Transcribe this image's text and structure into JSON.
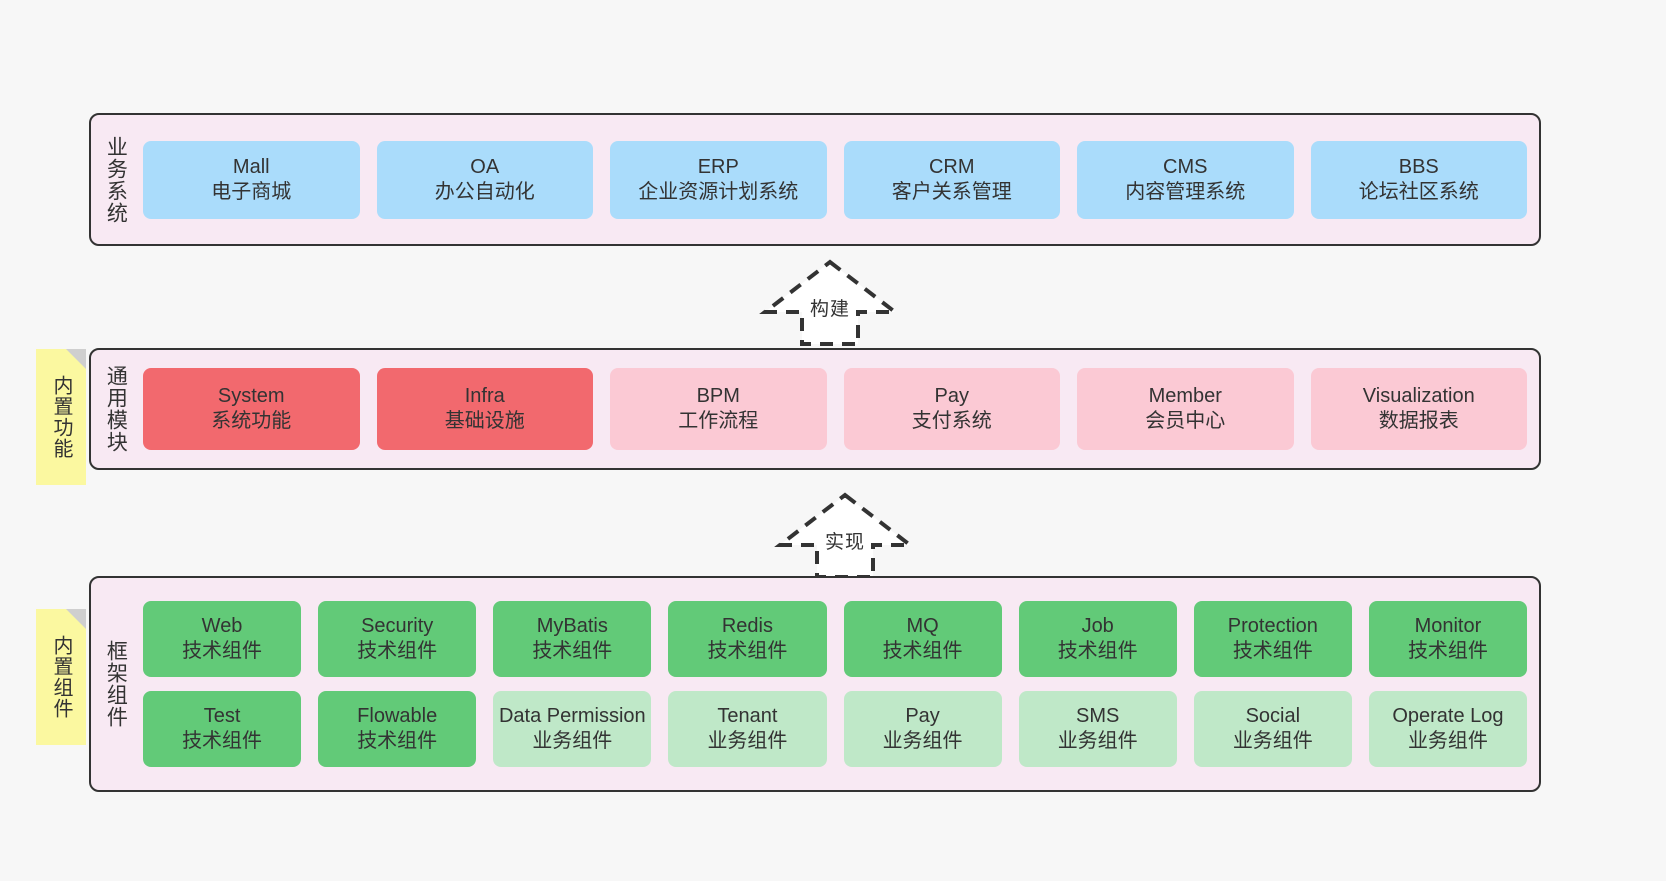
{
  "diagram": {
    "background": "#f7f7f7",
    "panel_fill": "#f8e9f3",
    "panel_border": "#333333",
    "sticky_fill": "#fbf8a0",
    "colors": {
      "business": "#aadcfb",
      "module_core": "#f2696e",
      "module_optional": "#fbc9d4",
      "tech_component": "#62ca78",
      "biz_component": "#bfe8c8"
    }
  },
  "layers": {
    "business": {
      "title": "业务系统",
      "nodes": [
        {
          "name": "Mall",
          "sub": "电子商城"
        },
        {
          "name": "OA",
          "sub": "办公自动化"
        },
        {
          "name": "ERP",
          "sub": "企业资源计划系统"
        },
        {
          "name": "CRM",
          "sub": "客户关系管理"
        },
        {
          "name": "CMS",
          "sub": "内容管理系统"
        },
        {
          "name": "BBS",
          "sub": "论坛社区系统"
        }
      ]
    },
    "modules": {
      "title": "通用模块",
      "sticky": "内置功能",
      "nodes": [
        {
          "name": "System",
          "sub": "系统功能",
          "style": "core"
        },
        {
          "name": "Infra",
          "sub": "基础设施",
          "style": "core"
        },
        {
          "name": "BPM",
          "sub": "工作流程",
          "style": "optional"
        },
        {
          "name": "Pay",
          "sub": "支付系统",
          "style": "optional"
        },
        {
          "name": "Member",
          "sub": "会员中心",
          "style": "optional"
        },
        {
          "name": "Visualization",
          "sub": "数据报表",
          "style": "optional"
        }
      ]
    },
    "framework": {
      "title": "框架组件",
      "sticky": "内置组件",
      "row1": [
        {
          "name": "Web",
          "sub": "技术组件",
          "style": "tech"
        },
        {
          "name": "Security",
          "sub": "技术组件",
          "style": "tech"
        },
        {
          "name": "MyBatis",
          "sub": "技术组件",
          "style": "tech"
        },
        {
          "name": "Redis",
          "sub": "技术组件",
          "style": "tech"
        },
        {
          "name": "MQ",
          "sub": "技术组件",
          "style": "tech"
        },
        {
          "name": "Job",
          "sub": "技术组件",
          "style": "tech"
        },
        {
          "name": "Protection",
          "sub": "技术组件",
          "style": "tech"
        },
        {
          "name": "Monitor",
          "sub": "技术组件",
          "style": "tech"
        }
      ],
      "row2": [
        {
          "name": "Test",
          "sub": "技术组件",
          "style": "tech"
        },
        {
          "name": "Flowable",
          "sub": "技术组件",
          "style": "tech"
        },
        {
          "name": "Data Permission",
          "sub": "业务组件",
          "style": "biz"
        },
        {
          "name": "Tenant",
          "sub": "业务组件",
          "style": "biz"
        },
        {
          "name": "Pay",
          "sub": "业务组件",
          "style": "biz"
        },
        {
          "name": "SMS",
          "sub": "业务组件",
          "style": "biz"
        },
        {
          "name": "Social",
          "sub": "业务组件",
          "style": "biz"
        },
        {
          "name": "Operate Log",
          "sub": "业务组件",
          "style": "biz"
        }
      ]
    }
  },
  "arrows": [
    {
      "label": "构建",
      "from": "通用模块",
      "to": "业务系统"
    },
    {
      "label": "实现",
      "from": "框架组件",
      "to": "通用模块"
    }
  ]
}
